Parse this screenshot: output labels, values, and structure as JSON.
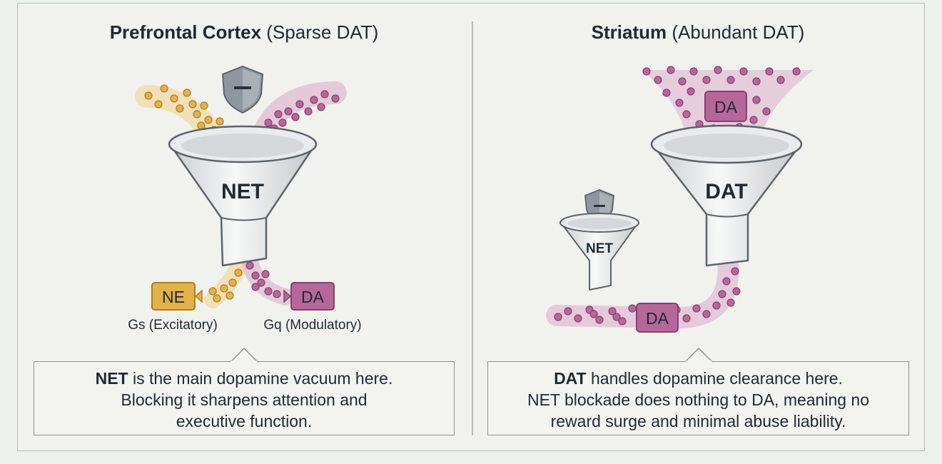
{
  "left_panel": {
    "title_bold": "Prefrontal Cortex",
    "title_rest": " (Sparse DAT)",
    "funnel_label": "NET",
    "ne_label": "NE",
    "da_label": "DA",
    "gs_label": "Gs (Excitatory)",
    "gq_label": "Gq (Modulatory)",
    "callout_bold": "NET",
    "callout_line1": " is the main dopamine vacuum here.",
    "callout_line2": "Blocking it sharpens attention and",
    "callout_line3": "executive function."
  },
  "right_panel": {
    "title_bold": "Striatum",
    "title_rest": " (Abundant DAT)",
    "big_funnel_label": "DAT",
    "small_funnel_label": "NET",
    "da_top_label": "DA",
    "da_bottom_label": "DA",
    "callout_bold": "DAT",
    "callout_line1": " handles dopamine clearance here.",
    "callout_line2": "NET blockade does nothing to DA, meaning no",
    "callout_line3": "reward surge and minimal abuse liability."
  },
  "colors": {
    "ne_fill": "#e3b04b",
    "ne_stroke": "#b07e1f",
    "da_fill": "#b5679a",
    "da_stroke": "#8a3f72",
    "shield": "#8e979f"
  },
  "icons": [
    "shield-minus-icon",
    "funnel-icon",
    "arrow-right-icon",
    "arrow-left-icon"
  ]
}
